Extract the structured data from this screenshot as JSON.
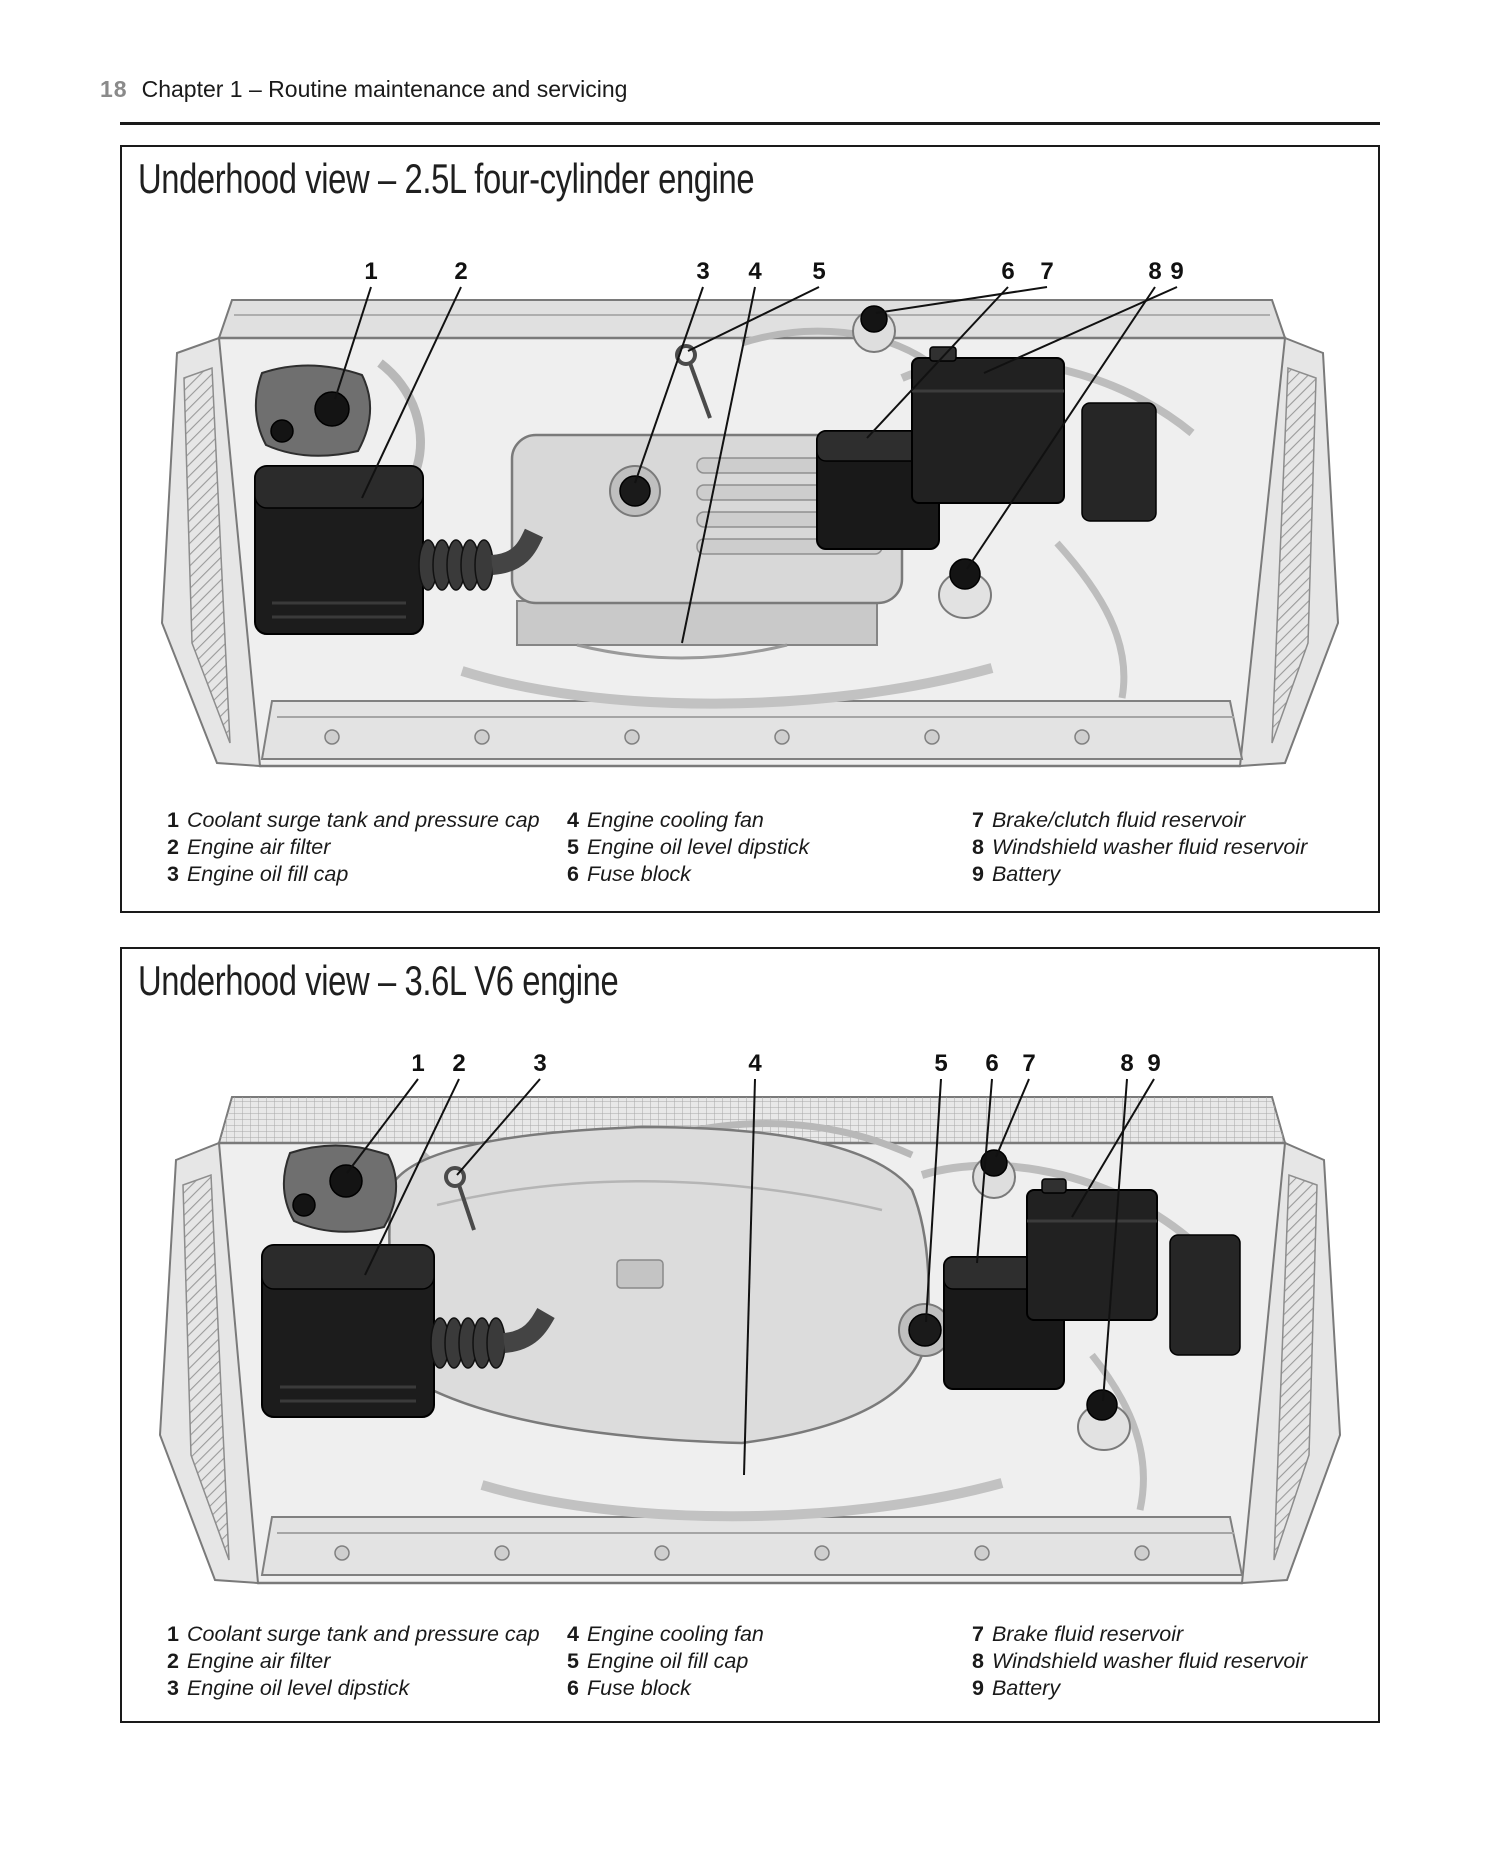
{
  "colors": {
    "ink": "#1a1a1a",
    "folio_gray": "#8a8a8a",
    "paper": "#ffffff"
  },
  "header": {
    "page_number": "18",
    "chapter_title": "Chapter 1 – Routine maintenance and servicing"
  },
  "sections": [
    {
      "title": "Underhood view – 2.5L four-cylinder engine",
      "legend": [
        {
          "num": "1",
          "label": "Coolant surge tank and pressure cap"
        },
        {
          "num": "2",
          "label": "Engine air filter"
        },
        {
          "num": "3",
          "label": "Engine oil fill cap"
        },
        {
          "num": "4",
          "label": "Engine cooling fan"
        },
        {
          "num": "5",
          "label": "Engine oil level dipstick"
        },
        {
          "num": "6",
          "label": "Fuse block"
        },
        {
          "num": "7",
          "label": "Brake/clutch fluid reservoir"
        },
        {
          "num": "8",
          "label": "Windshield washer fluid reservoir"
        },
        {
          "num": "9",
          "label": "Battery"
        }
      ]
    },
    {
      "title": "Underhood view – 3.6L V6 engine",
      "legend": [
        {
          "num": "1",
          "label": "Coolant surge tank and pressure cap"
        },
        {
          "num": "2",
          "label": "Engine air filter"
        },
        {
          "num": "3",
          "label": "Engine oil level dipstick"
        },
        {
          "num": "4",
          "label": "Engine cooling fan"
        },
        {
          "num": "5",
          "label": "Engine oil fill cap"
        },
        {
          "num": "6",
          "label": "Fuse block"
        },
        {
          "num": "7",
          "label": "Brake fluid reservoir"
        },
        {
          "num": "8",
          "label": "Windshield washer fluid reservoir"
        },
        {
          "num": "9",
          "label": "Battery"
        }
      ]
    }
  ]
}
